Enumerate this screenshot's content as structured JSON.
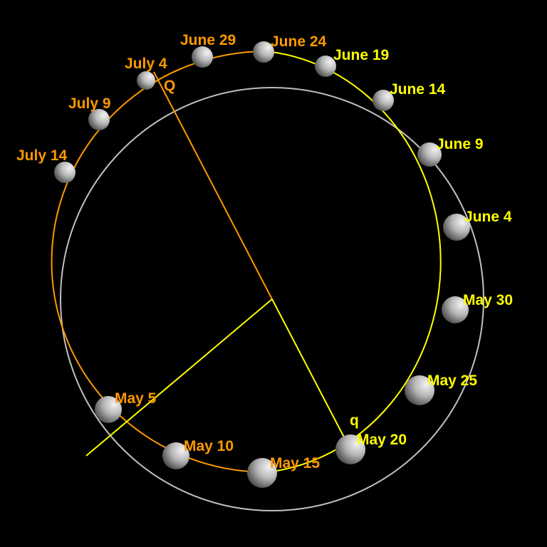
{
  "colors": {
    "background": "#000000",
    "orange": "#ff9900",
    "yellow": "#ffff00",
    "reference_circle": "#c0c0c0"
  },
  "points": {
    "Q": "Q",
    "q": "q"
  },
  "dates": [
    {
      "id": "may-5",
      "label": "May 5",
      "group": "orange"
    },
    {
      "id": "may-10",
      "label": "May 10",
      "group": "orange"
    },
    {
      "id": "may-15",
      "label": "May 15",
      "group": "orange"
    },
    {
      "id": "may-20",
      "label": "May 20",
      "group": "yellow"
    },
    {
      "id": "may-25",
      "label": "May 25",
      "group": "yellow"
    },
    {
      "id": "may-30",
      "label": "May 30",
      "group": "yellow"
    },
    {
      "id": "june-4",
      "label": "June 4",
      "group": "yellow"
    },
    {
      "id": "june-9",
      "label": "June 9",
      "group": "yellow"
    },
    {
      "id": "june-14",
      "label": "June 14",
      "group": "yellow"
    },
    {
      "id": "june-19",
      "label": "June 19",
      "group": "yellow"
    },
    {
      "id": "june-24",
      "label": "June 24",
      "group": "orange"
    },
    {
      "id": "june-29",
      "label": "June 29",
      "group": "orange"
    },
    {
      "id": "july-4",
      "label": "July 4",
      "group": "orange"
    },
    {
      "id": "july-9",
      "label": "July 9",
      "group": "orange"
    },
    {
      "id": "july-14",
      "label": "July 14",
      "group": "orange"
    }
  ]
}
